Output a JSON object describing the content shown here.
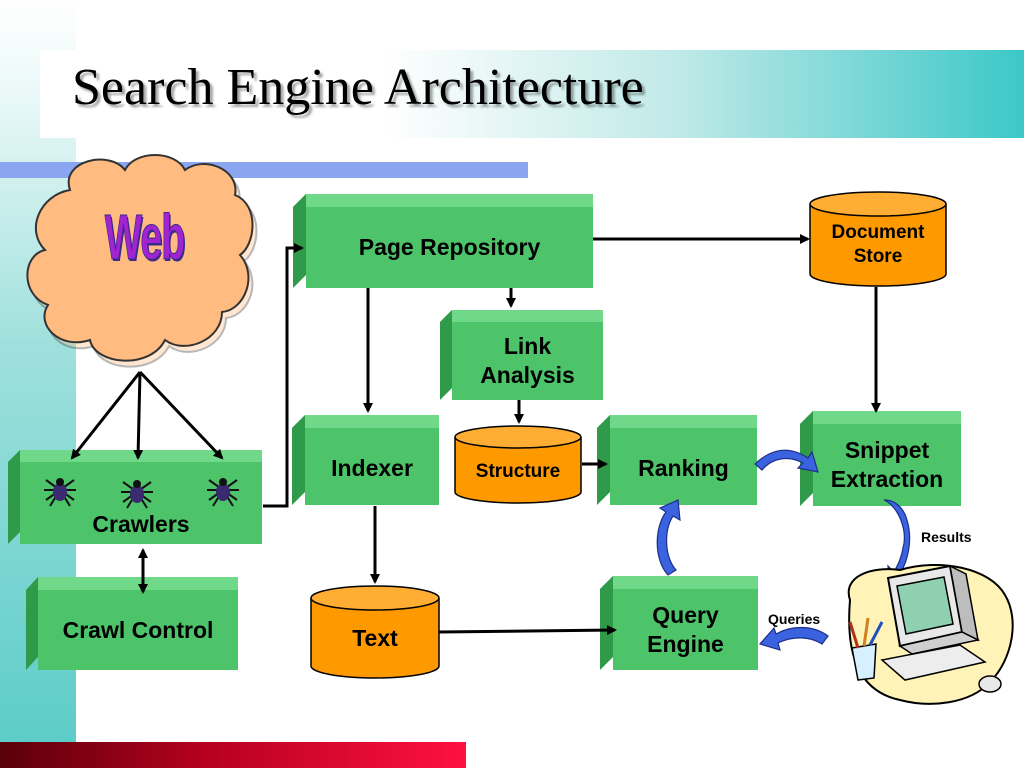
{
  "slide": {
    "title": "Search Engine Architecture"
  },
  "web_cloud": {
    "label": "Web"
  },
  "boxes": {
    "crawlers": "Crawlers",
    "crawl_control": "Crawl Control",
    "page_repository": "Page Repository",
    "link_analysis_line1": "Link",
    "link_analysis_line2": "Analysis",
    "indexer": "Indexer",
    "ranking": "Ranking",
    "snippet_line1": "Snippet",
    "snippet_line2": "Extraction",
    "query_line1": "Query",
    "query_line2": "Engine"
  },
  "stores": {
    "document_store_line1": "Document",
    "document_store_line2": "Store",
    "structure": "Structure",
    "text": "Text"
  },
  "labels": {
    "results": "Results",
    "queries": "Queries"
  },
  "colors": {
    "box_green": "#4dc36a",
    "store_orange": "#ff9900",
    "cloud_fill": "#ffbb80",
    "web_text": "#a024d0",
    "curved_arrow_blue": "#3b63e0"
  }
}
